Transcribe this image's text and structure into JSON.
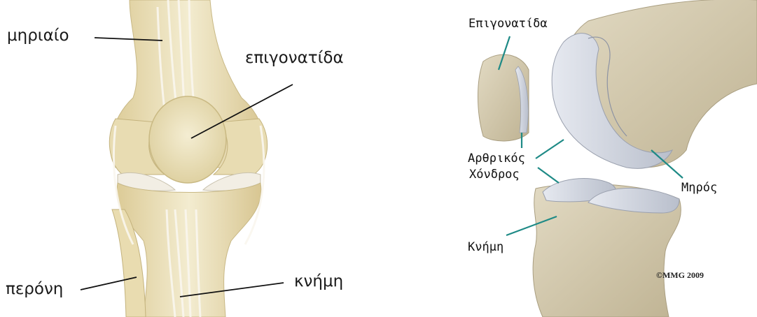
{
  "left_diagram": {
    "labels": {
      "femur": "μηριαίο",
      "patella": "επιγονατίδα",
      "fibula": "περόνη",
      "tibia": "κνήμη"
    }
  },
  "right_diagram": {
    "labels": {
      "patella": "Επιγονατίδα",
      "cartilage_line1": "Αρθρικός",
      "cartilage_line2": "Χόνδρος",
      "femur": "Μηρός",
      "tibia": "Κνήμη"
    },
    "copyright": "©MMG 2009"
  },
  "colors": {
    "bone": "#efe6c4",
    "bone_shade": "#d9c99a",
    "ligament": "#f7f3ea",
    "bone_right": "#d9d0b8",
    "cartilage": "#d3d7e2",
    "leader_left": "#111111",
    "leader_right": "#1e8a86"
  }
}
